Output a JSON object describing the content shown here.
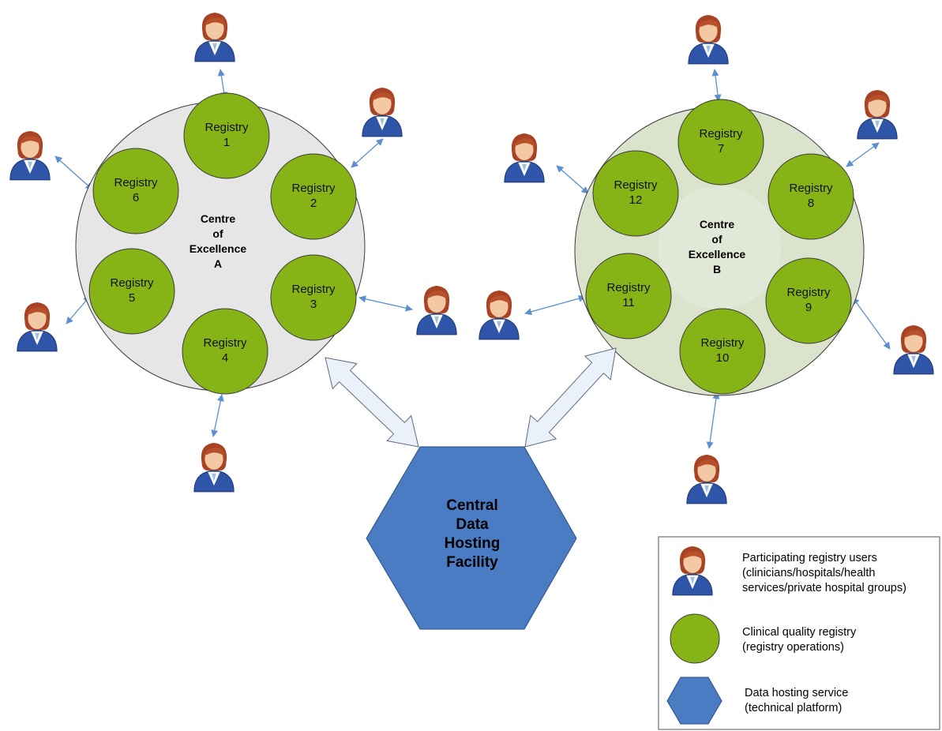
{
  "colors": {
    "registry_fill": "#86B416",
    "registry_stroke": "#3a3a3a",
    "centre_a_fill": "#E6E6E6",
    "centre_b_fill": "#DCE3CD",
    "hub_fill": "#4A7CC4",
    "connector": "#5B8FD0",
    "big_arrow_fill": "#EAF1FA",
    "big_arrow_stroke": "#5C6B7E"
  },
  "centres": [
    {
      "id": "A",
      "label_lines": [
        "Centre",
        "of",
        "Excellence",
        "A"
      ],
      "registries": [
        {
          "lines": [
            "Registry",
            "1"
          ]
        },
        {
          "lines": [
            "Registry",
            "2"
          ]
        },
        {
          "lines": [
            "Registry",
            "3"
          ]
        },
        {
          "lines": [
            "Registry",
            "4"
          ]
        },
        {
          "lines": [
            "Registry",
            "5"
          ]
        },
        {
          "lines": [
            "Registry",
            "6"
          ]
        }
      ]
    },
    {
      "id": "B",
      "label_lines": [
        "Centre",
        "of",
        "Excellence",
        "B"
      ],
      "registries": [
        {
          "lines": [
            "Registry",
            "7"
          ]
        },
        {
          "lines": [
            "Registry",
            "8"
          ]
        },
        {
          "lines": [
            "Registry",
            "9"
          ]
        },
        {
          "lines": [
            "Registry",
            "10"
          ]
        },
        {
          "lines": [
            "Registry",
            "11"
          ]
        },
        {
          "lines": [
            "Registry",
            "12"
          ]
        }
      ]
    }
  ],
  "hub": {
    "label_lines": [
      "Central",
      "Data",
      "Hosting",
      "Facility"
    ]
  },
  "legend": {
    "items": [
      {
        "icon": "user-icon",
        "lines": [
          "Participating registry users",
          "(clinicians/hospitals/health",
          "services/private hospital groups)"
        ]
      },
      {
        "icon": "registry-circle-icon",
        "lines": [
          "Clinical quality registry",
          "(registry operations)"
        ]
      },
      {
        "icon": "hexagon-icon",
        "lines": [
          "Data hosting service",
          "(technical platform)"
        ]
      }
    ]
  }
}
